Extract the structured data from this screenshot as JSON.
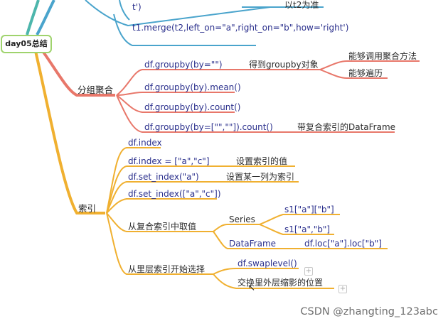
{
  "root": {
    "label": "day05总结"
  },
  "merge": {
    "partial_top": "t')",
    "note": "以t2为准",
    "right_merge": "t1.merge(t2,left_on=\"a\",right_on=\"b\",how='right')"
  },
  "groupby": {
    "title": "分组聚合",
    "items": [
      "df.groupby(by=\"\")",
      "df.groupby(by).mean()",
      "df.groupby(by).count()",
      "df.groupby(by=[\"\",\"\"]).count()"
    ],
    "groupby_obj": "得到groupby对象",
    "obj_abilities": [
      "能够调用聚合方法",
      "能够遍历"
    ],
    "multiindex_note": "带复合索引的DataFrame"
  },
  "index": {
    "title": "索引",
    "items": [
      "df.index",
      "df.index = [\"a\",\"c\"]",
      "df.set_index(\"a\")",
      "df.set_index([\"a\",\"c\"])"
    ],
    "index_notes": [
      "设置索引的值",
      "设置某一列为索引"
    ],
    "from_multi": "从复合索引中取值",
    "series": "Series",
    "series_access": [
      "s1[\"a\"][\"b\"]",
      "s1[\"a\",\"b\"]"
    ],
    "dataframe": "DataFrame",
    "df_access": "df.loc[\"a\"].loc[\"b\"]",
    "inner_select": "从里层索引开始选择",
    "swaplevel": "df.swaplevel()",
    "swap_desc": "交换里外层缩影的位置"
  },
  "expand_symbol": "+",
  "watermark": "CSDN @zhangting_123abc",
  "colors": {
    "root_border": "#9fd36d",
    "top_branch": "#4aa4cc",
    "groupby_branch": "#e8776a",
    "index_branch": "#f0b030",
    "early_teal": "#4db6ac"
  }
}
